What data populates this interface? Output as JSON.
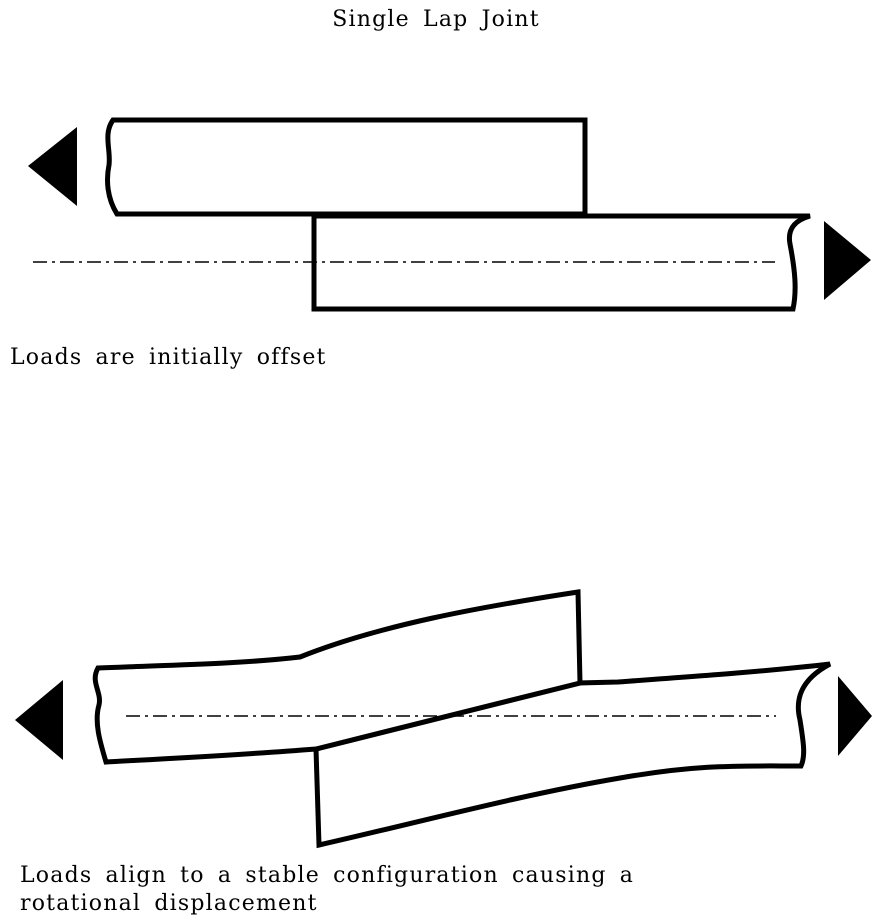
{
  "title": "Single Lap Joint",
  "captions": {
    "initial": "Loads are initially offset",
    "deformed_line1": "Loads align to a stable configuration causing a",
    "deformed_line2": "rotational displacement"
  },
  "colors": {
    "ink": "#000000",
    "background": "#ffffff"
  },
  "icons": {
    "load_left": "left-arrowhead",
    "load_right": "right-arrowhead"
  }
}
